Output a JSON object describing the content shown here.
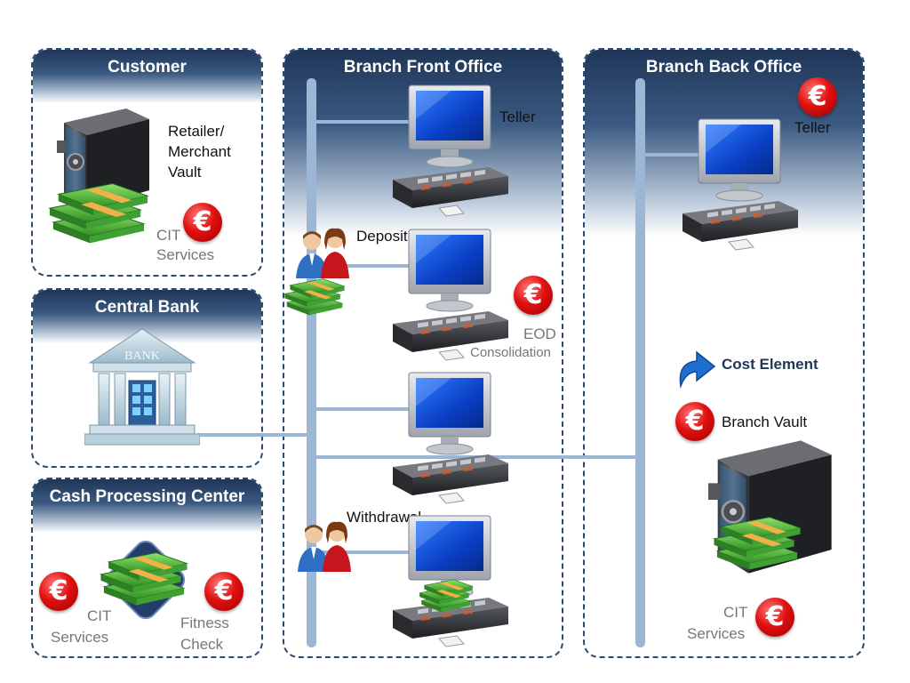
{
  "panels": {
    "customer": {
      "title": "Customer"
    },
    "central_bank": {
      "title": "Central Bank"
    },
    "cash_processing": {
      "title": "Cash Processing Center"
    },
    "front_office": {
      "title": "Branch Front Office"
    },
    "back_office": {
      "title": "Branch Back Office"
    }
  },
  "labels": {
    "retailer_vault": [
      "Retailer/",
      "Merchant",
      "Vault"
    ],
    "cit_services_customer": [
      "CIT",
      "Services"
    ],
    "teller_front": "Teller",
    "deposit": "Deposit",
    "eod_consolidation": [
      "EOD",
      "Consolidation"
    ],
    "withdrawal": "Withdrawal",
    "teller_back": "Teller",
    "cost_element": "Cost Element",
    "branch_vault": "Branch Vault",
    "cit_services_back": [
      "CIT",
      "Services"
    ],
    "cit_services_cpc": [
      "CIT",
      "Services"
    ],
    "fitness_check": [
      "Fitness",
      "Check"
    ],
    "bank_sign": "BANK"
  },
  "euro_symbol": "€",
  "colors": {
    "panel_header": "#2a4a70",
    "connector": "#9cb6d6",
    "euro_badge": "#e01010",
    "cost_arrow": "#1e6fd0"
  },
  "icons": [
    "safe-icon",
    "money-stack-icon",
    "euro-badge-icon",
    "bank-building-icon",
    "teller-terminal-icon",
    "customer-people-icon",
    "cost-arrow-icon"
  ]
}
